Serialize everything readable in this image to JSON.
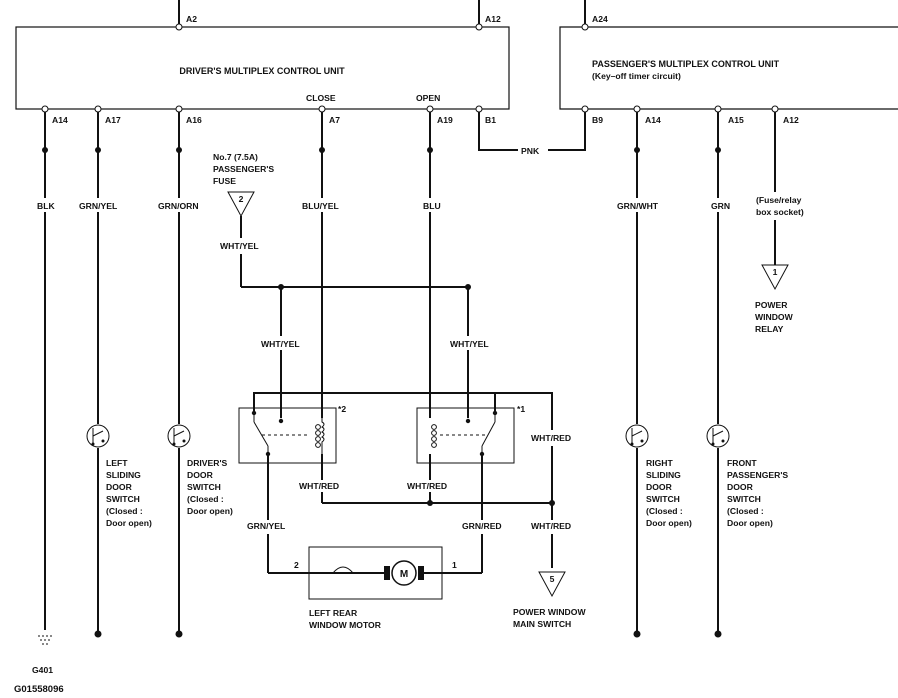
{
  "units": {
    "driver": {
      "name": "DRIVER'S MULTIPLEX CONTROL UNIT"
    },
    "passenger": {
      "name": "PASSENGER'S MULTIPLEX CONTROL UNIT",
      "note": "(Key–off timer circuit)"
    }
  },
  "pins": {
    "A2": "A2",
    "A12_top": "A12",
    "A24": "A24",
    "A14_d": "A14",
    "A17": "A17",
    "A16": "A16",
    "A7": "A7",
    "A19": "A19",
    "B1": "B1",
    "B9": "B9",
    "A14_p": "A14",
    "A15": "A15",
    "A12_p": "A12"
  },
  "signals": {
    "close": "CLOSE",
    "open": "OPEN"
  },
  "wires": {
    "blk": "BLK",
    "grn_yel": "GRN/YEL",
    "grn_orn": "GRN/ORN",
    "blu_yel": "BLU/YEL",
    "blu": "BLU",
    "pnk": "PNK",
    "grn_wht": "GRN/WHT",
    "grn": "GRN",
    "wht_yel_fuse": "WHT/YEL",
    "wht_yel_left": "WHT/YEL",
    "wht_yel_right": "WHT/YEL",
    "wht_red_right": "WHT/RED",
    "wht_red_mid1": "WHT/RED",
    "wht_red_mid2": "WHT/RED",
    "wht_red_low": "WHT/RED",
    "grn_yel_low": "GRN/YEL",
    "grn_red_low": "GRN/RED"
  },
  "fuse": {
    "line1": "No.7 (7.5A)",
    "line2": "PASSENGER'S",
    "line3": "FUSE",
    "num": "2"
  },
  "socket": {
    "line1": "(Fuse/relay",
    "line2": "box socket)"
  },
  "connectors": {
    "relay": {
      "num": "1",
      "line1": "POWER",
      "line2": "WINDOW",
      "line3": "RELAY"
    },
    "main_switch": {
      "num": "5",
      "line1": "POWER WINDOW",
      "line2": "MAIN SWITCH"
    }
  },
  "relays": {
    "r2": "*2",
    "r1": "*1"
  },
  "switches": {
    "left_sliding": [
      "LEFT",
      "SLIDING",
      "DOOR",
      "SWITCH",
      "(Closed :",
      "Door open)"
    ],
    "driver_door": [
      "DRIVER'S",
      "DOOR",
      "SWITCH",
      "(Closed :",
      "Door open)"
    ],
    "right_sliding": [
      "RIGHT",
      "SLIDING",
      "DOOR",
      "SWITCH",
      "(Closed :",
      "Door open)"
    ],
    "front_pass": [
      "FRONT",
      "PASSENGER'S",
      "DOOR",
      "SWITCH",
      "(Closed :",
      "Door open)"
    ]
  },
  "motor": {
    "line1": "LEFT REAR",
    "line2": "WINDOW MOTOR",
    "symbol": "M",
    "pin_left": "2",
    "pin_right": "1"
  },
  "ground": {
    "label": "G401"
  },
  "figure_id": "G01558096"
}
